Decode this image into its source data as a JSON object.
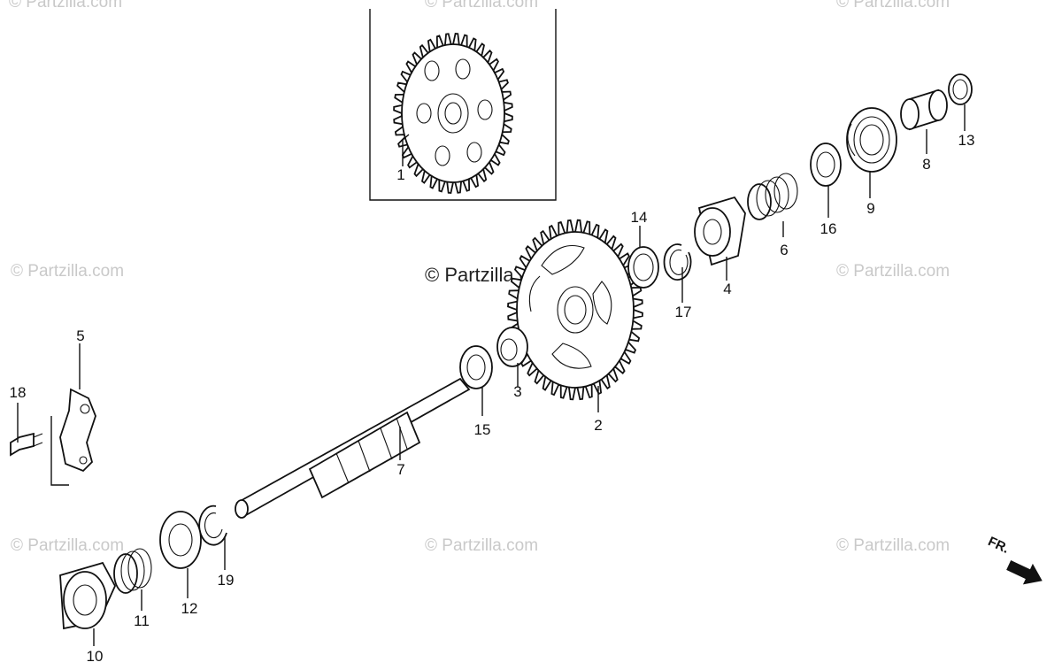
{
  "watermarks": {
    "top_left": "© Partzilla.com",
    "top_center": "© Partzilla.com",
    "top_right": "© Partzilla.com",
    "mid_left": "© Partzilla.com",
    "mid_center": "© Partzilla.com",
    "mid_right": "© Partzilla.com",
    "bot_left": "© Partzilla.com",
    "bot_center": "© Partzilla.com",
    "bot_right": "© Partzilla.com"
  },
  "direction": {
    "label": "FR."
  },
  "callouts": [
    "1",
    "2",
    "3",
    "4",
    "5",
    "6",
    "7",
    "8",
    "9",
    "10",
    "11",
    "12",
    "13",
    "14",
    "15",
    "16",
    "17",
    "18",
    "19"
  ],
  "colors": {
    "ink": "#111111",
    "watermark": "#c9c9c9",
    "background": "#ffffff"
  }
}
